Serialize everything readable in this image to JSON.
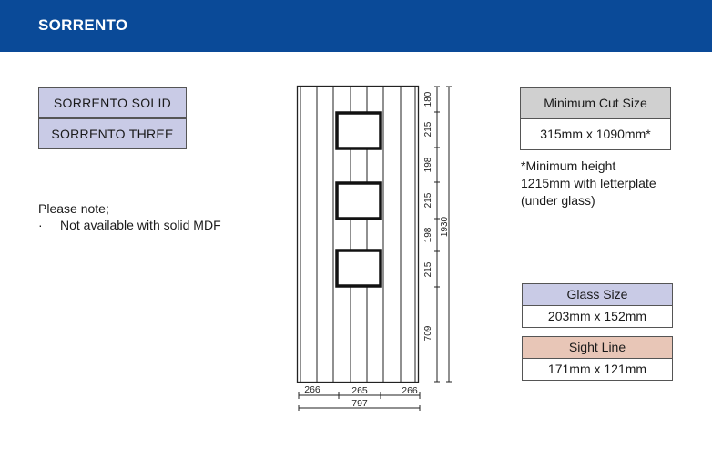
{
  "header": {
    "title": "SORRENTO"
  },
  "variants": [
    {
      "label": "SORRENTO SOLID"
    },
    {
      "label": "SORRENTO THREE"
    }
  ],
  "note": {
    "title": "Please note;",
    "bullet": "·",
    "items": [
      "Not available with solid MDF"
    ]
  },
  "min_cut": {
    "label": "Minimum Cut Size",
    "value": "315mm x 1090mm*",
    "footnote": "*Minimum height 1215mm with letterplate (under glass)"
  },
  "glass_size": {
    "label": "Glass Size",
    "value": "203mm x 152mm",
    "color": "#c9cbe6"
  },
  "sight_line": {
    "label": "Sight Line",
    "value": "171mm x 121mm",
    "color": "#e8c6b7"
  },
  "diagram": {
    "vertical_dims": [
      "180",
      "215",
      "198",
      "215",
      "198",
      "215",
      "709"
    ],
    "total_height": "1930",
    "horizontal_dims": [
      "266",
      "265",
      "266"
    ],
    "total_width": "797"
  }
}
